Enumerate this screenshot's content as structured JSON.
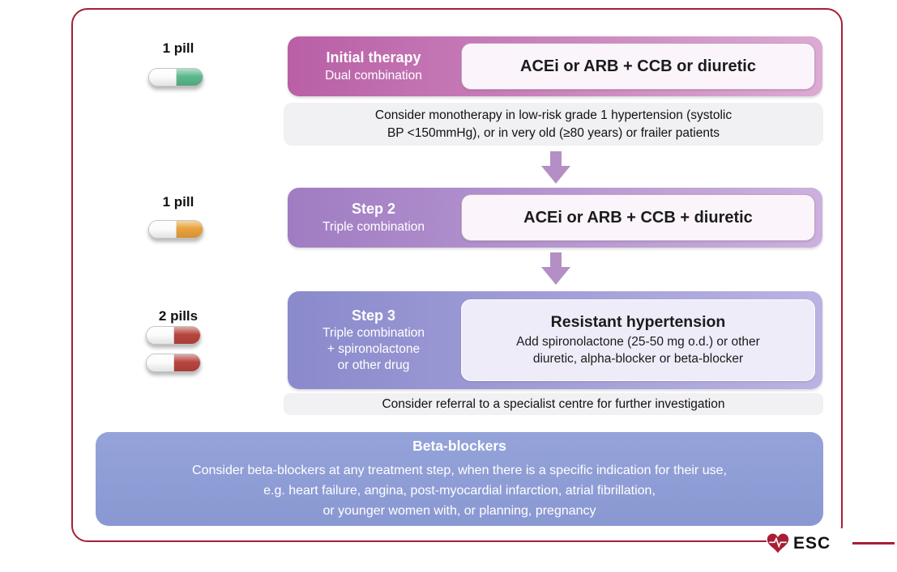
{
  "colors": {
    "frame": "#a81e34",
    "step1-left": "#b95fa6",
    "step1-right": "#dcaad3",
    "step2-left": "#a07cc2",
    "step2-right": "#ccb1df",
    "step3-left": "#8a8acc",
    "step3-right": "#bab3e2",
    "inner-box-bg": "#fbf5fb",
    "step3-inner-bg": "#efecf9",
    "note-bg": "#f1f1f4",
    "arrow": "#b48fc6",
    "bottom-bg": "#8a98d2",
    "pill1": "#5cb88e",
    "pill2": "#eaa23c",
    "pill3": "#b8453f"
  },
  "pill_rows": [
    {
      "label": "1 pill"
    },
    {
      "label": "1 pill"
    },
    {
      "label": "2 pills"
    }
  ],
  "steps": [
    {
      "title": "Initial therapy",
      "subtitle": "Dual combination",
      "content": "ACEi or ARB + CCB or diuretic"
    },
    {
      "title": "Step 2",
      "subtitle": "Triple combination",
      "content": "ACEi or ARB + CCB + diuretic"
    },
    {
      "title": "Step 3",
      "subtitle_lines": [
        "Triple combination",
        "+ spironolactone",
        "or other drug"
      ],
      "content_title": "Resistant hypertension",
      "content_lines": [
        "Add spironolactone (25-50 mg o.d.) or other",
        "diuretic, alpha-blocker or beta-blocker"
      ]
    }
  ],
  "notes": [
    {
      "lines": [
        "Consider monotherapy in low-risk grade 1 hypertension (systolic",
        "BP <150mmHg), or in very old (≥80 years) or frailer patients"
      ]
    },
    {
      "lines": [
        "Consider referral to a specialist centre for further investigation"
      ]
    }
  ],
  "beta_blockers": {
    "title": "Beta-blockers",
    "lines": [
      "Consider beta-blockers at any treatment step, when there is a specific indication for their use,",
      "e.g. heart failure, angina, post-myocardial infarction, atrial fibrillation,",
      "or younger women with, or planning, pregnancy"
    ]
  },
  "esc_logo": {
    "label": "ESC"
  }
}
